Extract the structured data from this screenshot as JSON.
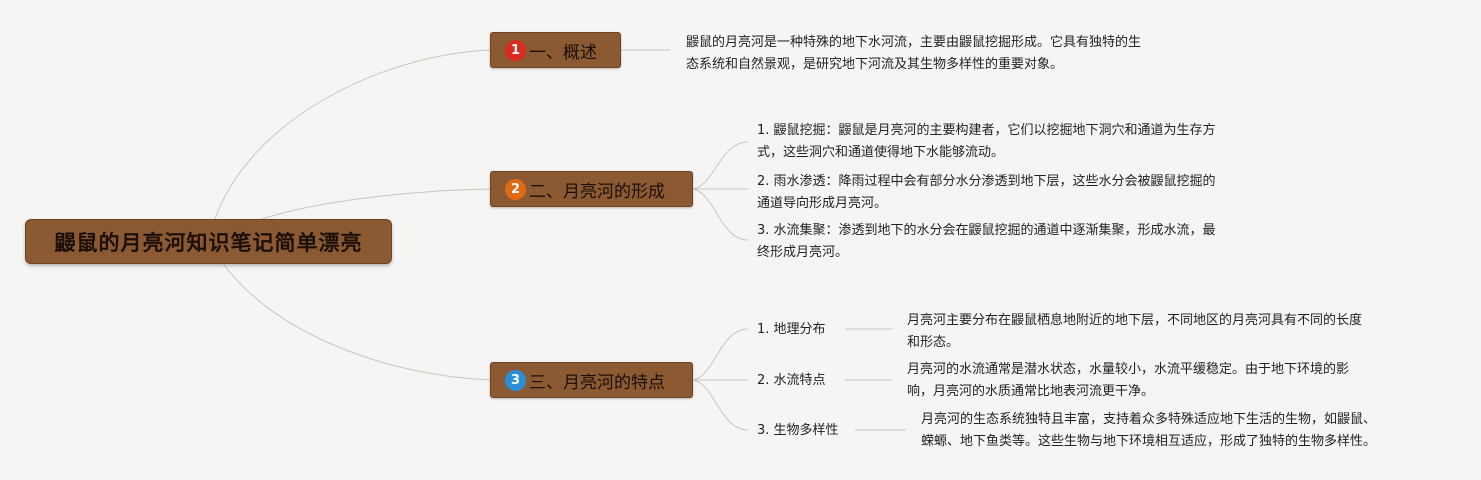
{
  "root": {
    "title": "鼹鼠的月亮河知识笔记简单漂亮"
  },
  "branches": [
    {
      "badge": "1",
      "badge_color": "#d92b1f",
      "title": "一、概述",
      "description": [
        "鼹鼠的月亮河是一种特殊的地下水河流，主要由鼹鼠挖掘形成。它具有独特的生",
        "态系统和自然景观，是研究地下河流及其生物多样性的重要对象。"
      ]
    },
    {
      "badge": "2",
      "badge_color": "#e06a14",
      "title": "二、月亮河的形成",
      "items": [
        {
          "lines": [
            "1. 鼹鼠挖掘：鼹鼠是月亮河的主要构建者，它们以挖掘地下洞穴和通道为生存方",
            "式，这些洞穴和通道使得地下水能够流动。"
          ]
        },
        {
          "lines": [
            "2. 雨水渗透：降雨过程中会有部分水分渗透到地下层，这些水分会被鼹鼠挖掘的",
            "通道导向形成月亮河。"
          ]
        },
        {
          "lines": [
            "3. 水流集聚：渗透到地下的水分会在鼹鼠挖掘的通道中逐渐集聚，形成水流，最",
            "终形成月亮河。"
          ]
        }
      ]
    },
    {
      "badge": "3",
      "badge_color": "#2a8fd6",
      "title": "三、月亮河的特点",
      "items": [
        {
          "label": "1. 地理分布",
          "lines": [
            "月亮河主要分布在鼹鼠栖息地附近的地下层，不同地区的月亮河具有不同的长度",
            "和形态。"
          ]
        },
        {
          "label": "2. 水流特点",
          "lines": [
            "月亮河的水流通常是潜水状态，水量较小，水流平缓稳定。由于地下环境的影",
            "响，月亮河的水质通常比地表河流更干净。"
          ]
        },
        {
          "label": "3. 生物多样性",
          "lines": [
            "月亮河的生态系统独特且丰富，支持着众多特殊适应地下生活的生物，如鼹鼠、",
            "蝾螈、地下鱼类等。这些生物与地下环境相互适应，形成了独特的生物多样性。"
          ]
        }
      ]
    }
  ],
  "colors": {
    "background": "#f7f5f3",
    "node_fill": "#8b5a32",
    "connector": "#c9c6c2"
  }
}
